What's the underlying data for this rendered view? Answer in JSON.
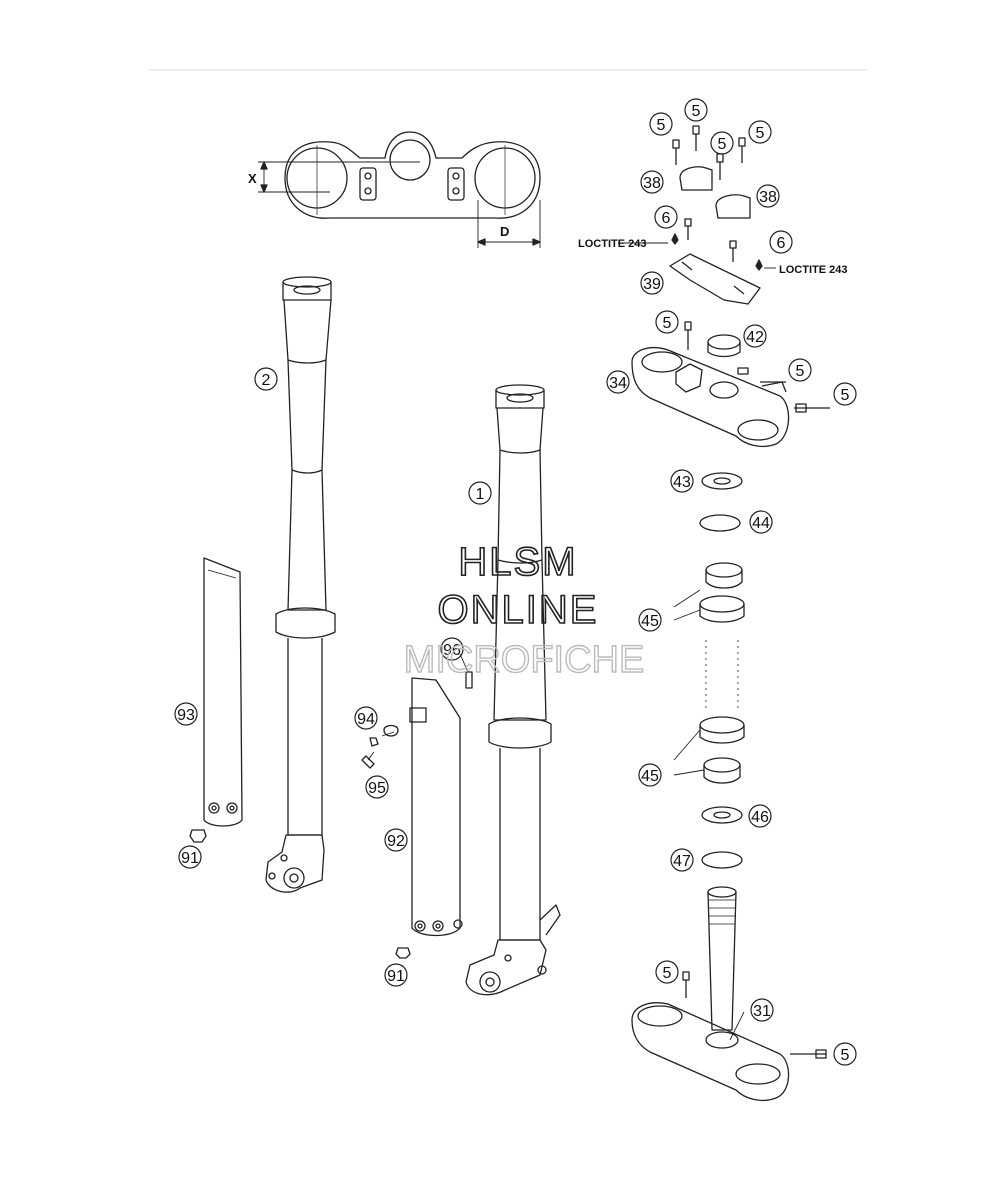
{
  "callouts": {
    "c1": "1",
    "c2": "2",
    "c5": "5",
    "c6": "6",
    "c31": "31",
    "c34": "34",
    "c38": "38",
    "c39": "39",
    "c42": "42",
    "c43": "43",
    "c44": "44",
    "c45": "45",
    "c46": "46",
    "c47": "47",
    "c91": "91",
    "c92": "92",
    "c93": "93",
    "c94": "94",
    "c95": "95",
    "c96": "96"
  },
  "labels": {
    "loctite": "LOCTITE 243",
    "dim_x": "X",
    "dim_d": "D"
  },
  "watermark": {
    "line1": "HLSM",
    "line2": "ONLINE",
    "line3": "MICROFICHE"
  }
}
